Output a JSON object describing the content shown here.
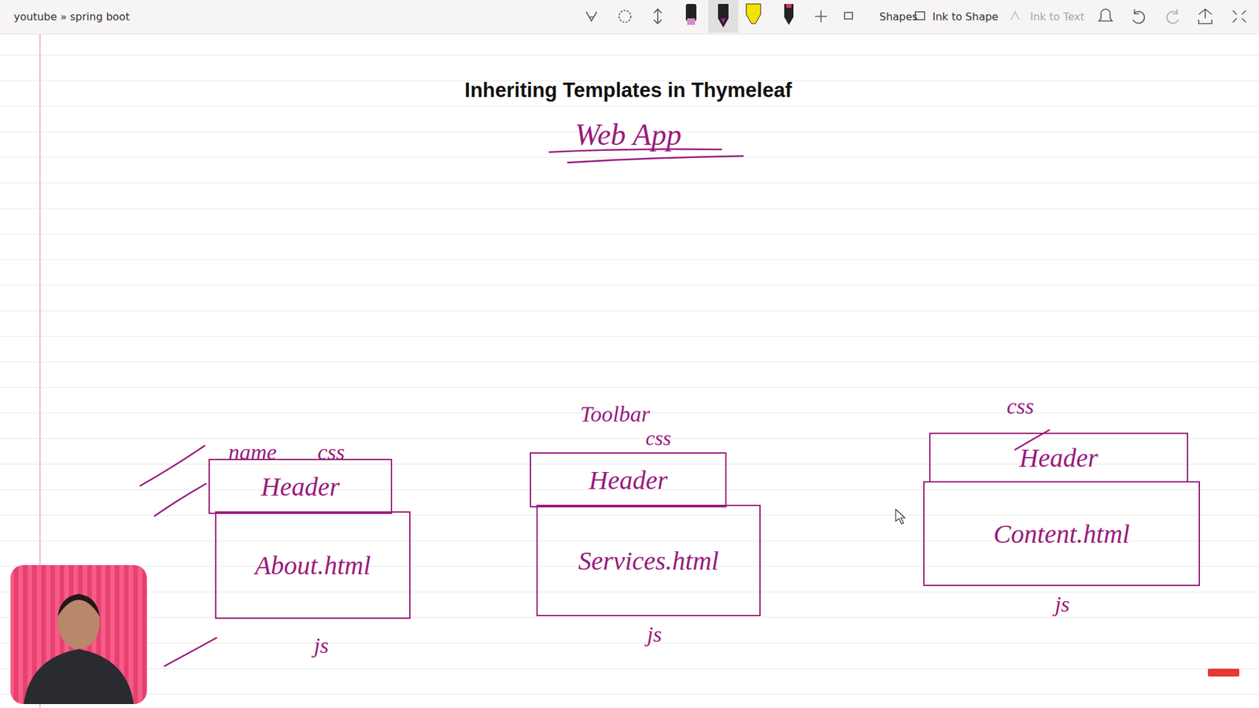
{
  "diagram": {
    "title": "Inheriting Templates in Thymeleaf",
    "nodes": [
      {
        "text": [
          "Header"
        ]
      },
      {
        "text": [
          "About.html"
        ]
      },
      {
        "text": [
          "Header"
        ]
      },
      {
        "text": [
          "Services.html"
        ]
      },
      {
        "text": [
          "Header"
        ]
      },
      {
        "text": [
          "Content.html"
        ]
      }
    ],
    "labels": [
      "youtube » spring boot",
      "Shapes",
      "Ink to Shape",
      "Ink to Text",
      "Web App",
      "name",
      "css",
      "Toolbar",
      "css",
      "css",
      "js",
      "js",
      "js"
    ]
  }
}
